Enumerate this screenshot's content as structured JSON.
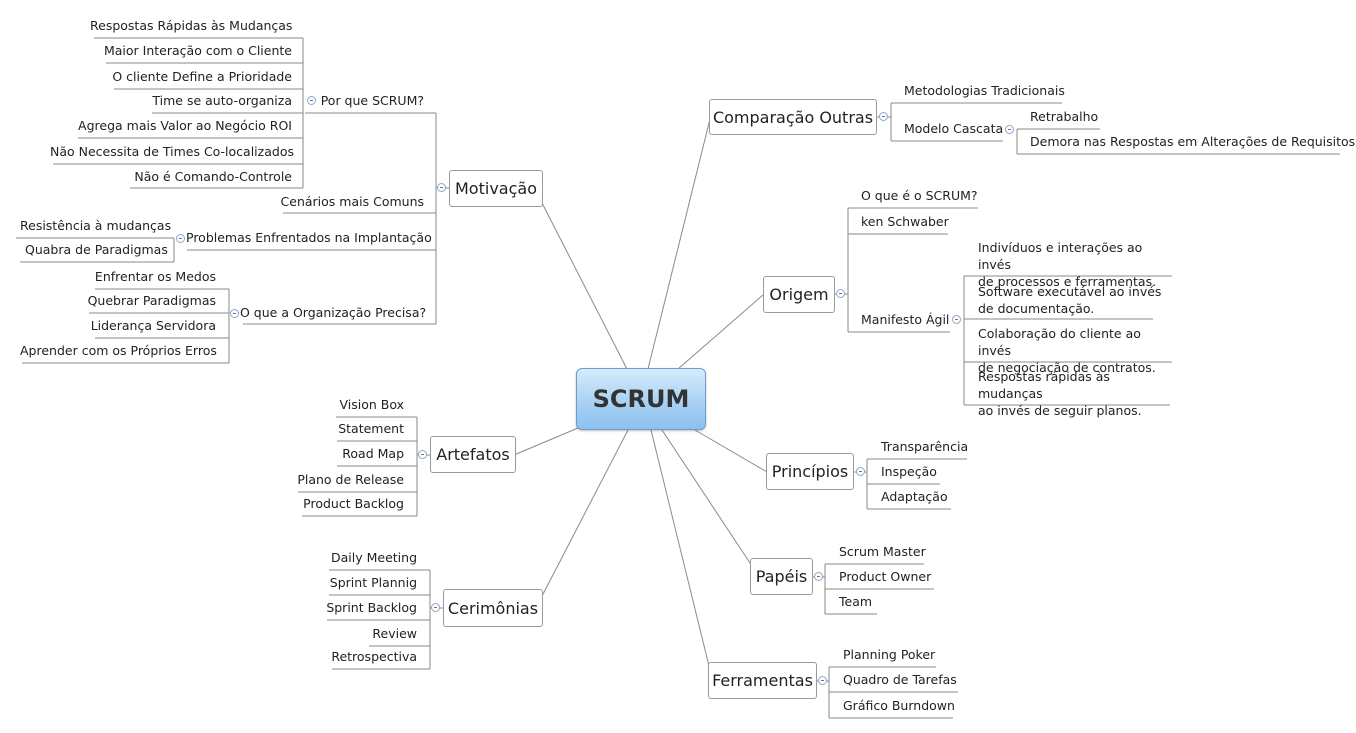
{
  "root": {
    "label": "SCRUM"
  },
  "motivacao": {
    "label": "Motivação",
    "por_que": {
      "label": "Por que SCRUM?",
      "items": [
        "Respostas Rápidas às Mudanças",
        "Maior Interação com o Cliente",
        "O cliente Define a Prioridade",
        "Time se auto-organiza",
        "Agrega mais Valor ao Negócio ROI",
        "Não Necessita de Times Co-localizados",
        "Não é Comando-Controle"
      ]
    },
    "cenarios": "Cenários mais Comuns",
    "problemas": {
      "label": "Problemas Enfrentados na Implantação",
      "items": [
        "Resistência à mudanças",
        "Quabra de Paradigmas"
      ]
    },
    "organizacao": {
      "label": "O que a Organização Precisa?",
      "items": [
        "Enfrentar os Medos",
        "Quebrar Paradigmas",
        "Liderança Servidora",
        "Aprender com os Próprios Erros"
      ]
    }
  },
  "artefatos": {
    "label": "Artefatos",
    "items": [
      "Vision Box",
      "Statement",
      "Road Map",
      "Plano de Release",
      "Product Backlog"
    ]
  },
  "cerimonias": {
    "label": "Cerimônias",
    "items": [
      "Daily Meeting",
      "Sprint Plannig",
      "Sprint Backlog",
      "Review",
      "Retrospectiva"
    ]
  },
  "comparacao": {
    "label": "Comparação Outras",
    "tradicionais": "Metodologias Tradicionais",
    "cascata": {
      "label": "Modelo Cascata",
      "items": [
        "Retrabalho",
        "Demora nas Respostas em Alterações de Requisitos"
      ]
    }
  },
  "origem": {
    "label": "Origem",
    "o_que_e": "O que é o SCRUM?",
    "ken": "ken Schwaber",
    "manifesto": {
      "label": "Manifesto Ágil",
      "items": [
        [
          "Indivíduos e interações ao invés",
          "de processos e ferramentas."
        ],
        [
          "Software executável ao invés",
          "de documentação."
        ],
        [
          "Colaboração do cliente ao invés",
          "de negociação de contratos."
        ],
        [
          "Respostas rápidas às mudanças",
          "ao invés de seguir planos."
        ]
      ]
    }
  },
  "principios": {
    "label": "Princípios",
    "items": [
      "Transparência",
      "Inspeção",
      "Adaptação"
    ]
  },
  "papeis": {
    "label": "Papéis",
    "items": [
      "Scrum Master",
      "Product Owner",
      "Team"
    ]
  },
  "ferramentas": {
    "label": "Ferramentas",
    "items": [
      "Planning Poker",
      "Quadro de Tarefas",
      "Gráfico Burndown"
    ]
  }
}
